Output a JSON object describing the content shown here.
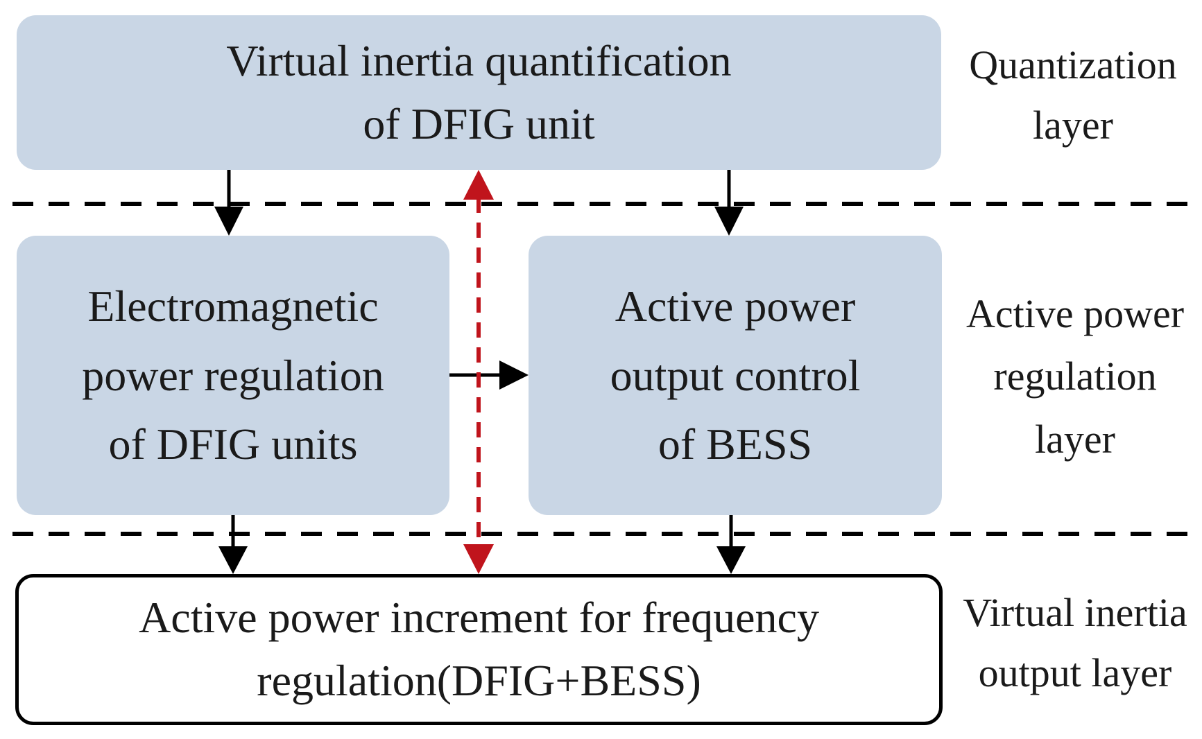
{
  "boxes": {
    "top": "Virtual inertia quantification\nof DFIG unit",
    "left": "Electromagnetic\npower regulation\nof DFIG units",
    "right": "Active power\noutput control\nof BESS",
    "bottom": "Active power increment for frequency\nregulation(DFIG+BESS)"
  },
  "layers": {
    "quantization": "Quantization\nlayer",
    "active_power_regulation": "Active power\nregulation\nlayer",
    "virtual_inertia_output": "Virtual inertia\noutput layer"
  },
  "colors": {
    "box_fill": "#c9d6e5",
    "arrow": "#000000",
    "bidirectional_arrow": "#c0141c",
    "divider": "#000000"
  }
}
